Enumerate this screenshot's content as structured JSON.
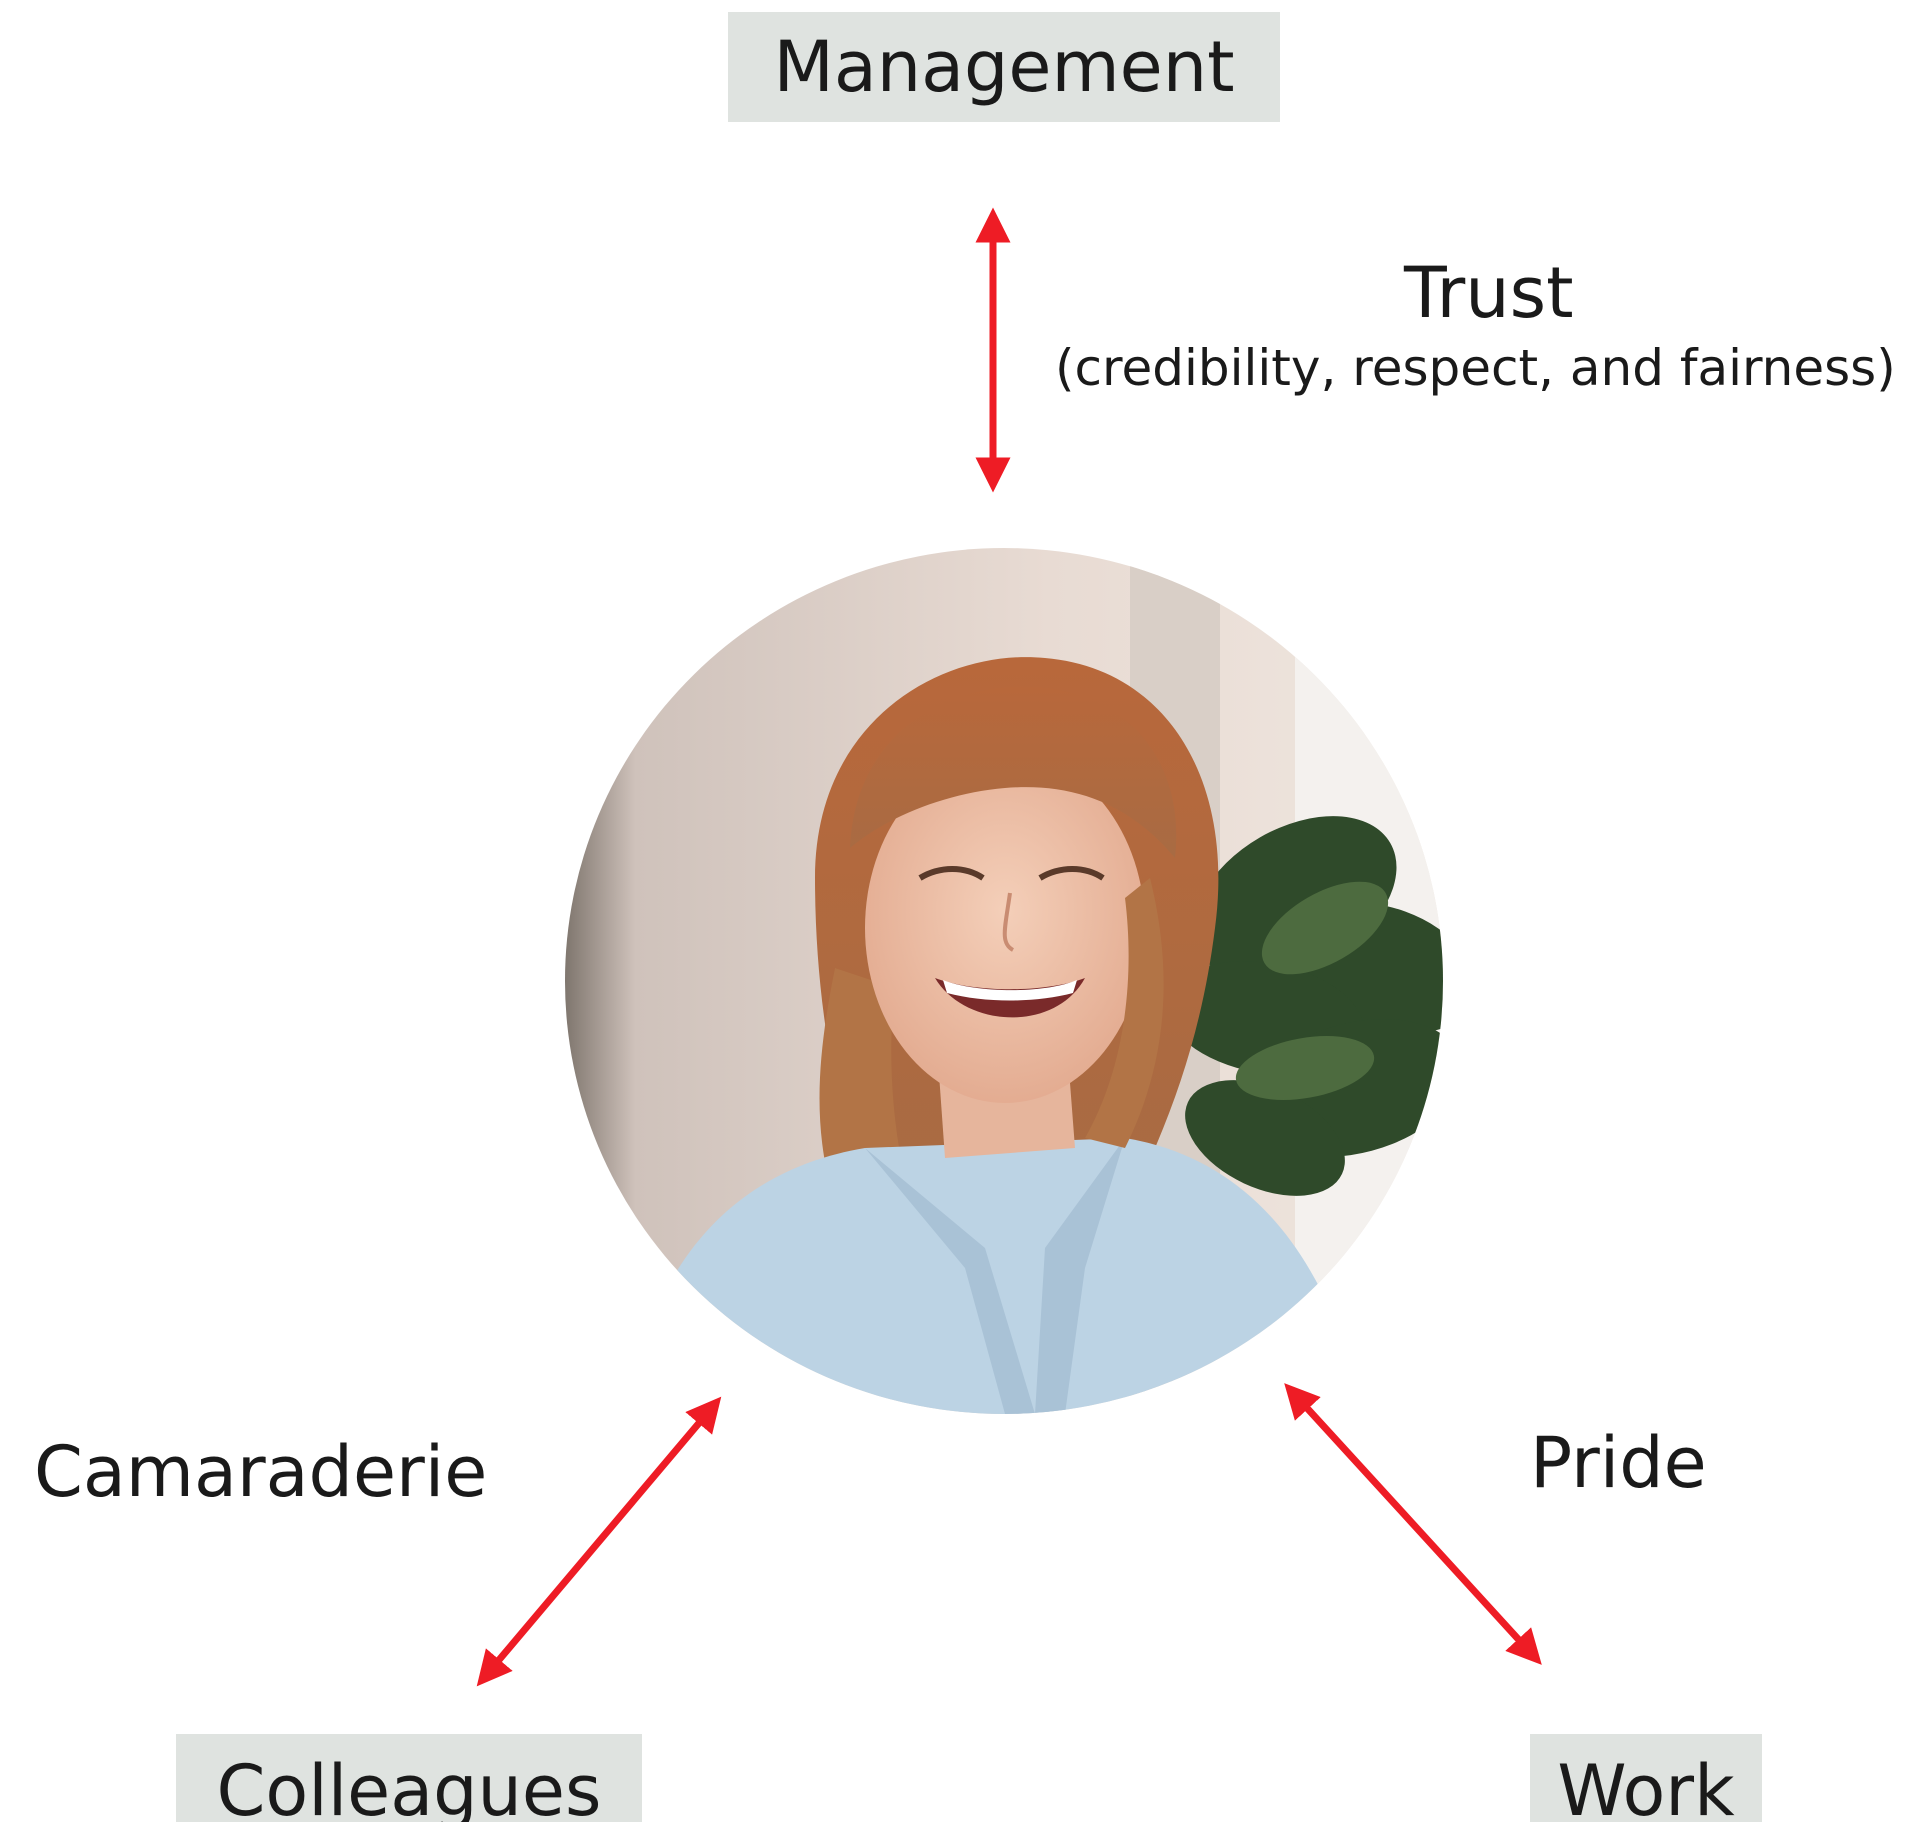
{
  "nodes": {
    "management": "Management",
    "colleagues": "Colleagues",
    "work": "Work"
  },
  "relations": {
    "trust": "Trust",
    "trust_detail": "(credibility, respect, and fairness)",
    "camaraderie": "Camaraderie",
    "pride": "Pride"
  },
  "colors": {
    "arrow": "#ee1c25",
    "node_box": "#dfe3e0",
    "text": "#1a1a1a"
  },
  "center_image": {
    "subject": "smiling person with red hair in denim shirt",
    "icon": "person-photo"
  }
}
